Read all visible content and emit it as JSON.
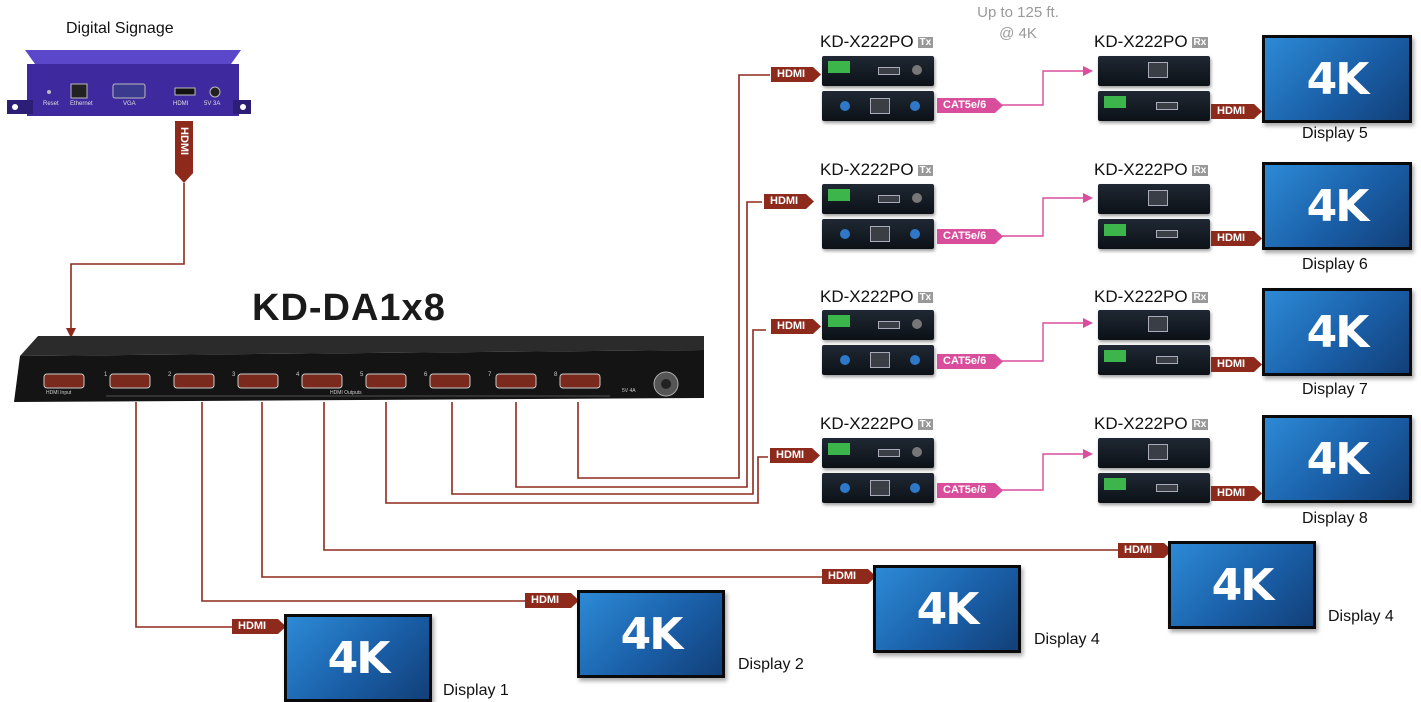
{
  "source": {
    "title": "Digital Signage",
    "port_labels": [
      "Reset",
      "Ethernet",
      "VGA",
      "HDMI",
      "5V 3A"
    ]
  },
  "distributor": {
    "title": "KD-DA1x8",
    "input_label": "HDMI Input",
    "outputs_label": "HDMI Outputs",
    "power_label": "5V 4A",
    "port_numbers": [
      "1",
      "2",
      "3",
      "4",
      "5",
      "6",
      "7",
      "8"
    ]
  },
  "range_note": {
    "line1": "Up to 125 ft.",
    "line2": "@ 4K"
  },
  "cable_labels": {
    "hdmi": "HDMI",
    "cat": "CAT5e/6"
  },
  "transmitter": {
    "model": "KD-X222PO",
    "badge": "Tx"
  },
  "receiver": {
    "model": "KD-X222PO",
    "badge": "Rx"
  },
  "screen_text": "4K",
  "displays": [
    "Display 1",
    "Display 2",
    "Display 4",
    "Display 4",
    "Display 5",
    "Display 6",
    "Display 7",
    "Display 8"
  ],
  "colors": {
    "hdmi_line": "#8e2a1c",
    "cat_line": "#d84d9c",
    "screen": "#1a5fa8",
    "source_device": "#3e2a9e"
  }
}
